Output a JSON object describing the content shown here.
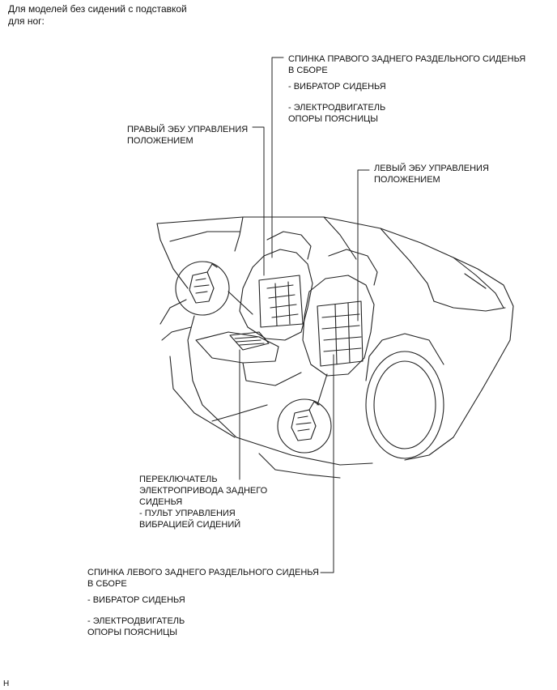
{
  "header": {
    "line1": "Для моделей без сидений с подставкой",
    "line2": "для ног:"
  },
  "callouts": {
    "right_seatback": {
      "title1": "СПИНКА ПРАВОГО ЗАДНЕГО РАЗДЕЛЬНОГО СИДЕНЬЯ",
      "title2": "В СБОРЕ",
      "item1": "- ВИБРАТОР СИДЕНЬЯ",
      "item2_1": "- ЭЛЕКТРОДВИГАТЕЛЬ",
      "item2_2": "ОПОРЫ ПОЯСНИЦЫ"
    },
    "right_ecu": {
      "line1": "ПРАВЫЙ ЭБУ УПРАВЛЕНИЯ",
      "line2": "ПОЛОЖЕНИЕМ"
    },
    "left_ecu": {
      "line1": "ЛЕВЫЙ ЭБУ УПРАВЛЕНИЯ",
      "line2": "ПОЛОЖЕНИЕМ"
    },
    "switch": {
      "line1": "ПЕРЕКЛЮЧАТЕЛЬ",
      "line2": "ЭЛЕКТРОПРИВОДА ЗАДНЕГО",
      "line3": "СИДЕНЬЯ",
      "line4": "- ПУЛЬТ УПРАВЛЕНИЯ",
      "line5": "ВИБРАЦИЕЙ СИДЕНИЙ"
    },
    "left_seatback": {
      "title1": "СПИНКА ЛЕВОГО ЗАДНЕГО РАЗДЕЛЬНОГО СИДЕНЬЯ",
      "title2": "В СБОРЕ",
      "item1": "- ВИБРАТОР СИДЕНЬЯ",
      "item2_1": "- ЭЛЕКТРОДВИГАТЕЛЬ",
      "item2_2": "ОПОРЫ ПОЯСНИЦЫ"
    }
  },
  "footer_code": "H"
}
